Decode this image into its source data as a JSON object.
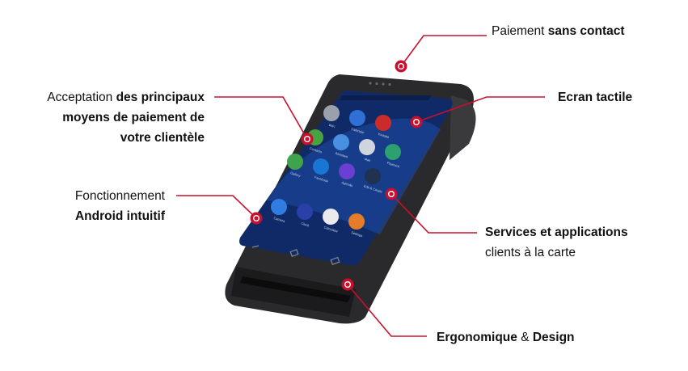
{
  "colors": {
    "accent": "#c8102e",
    "device_body": "#2a2a2c",
    "screen_bg": "#0f2a66"
  },
  "callouts": {
    "contactless": {
      "normal": "Paiement ",
      "bold": "sans contact"
    },
    "touchscreen": {
      "bold": "Ecran tactile"
    },
    "acceptance": {
      "line1_normal": "Acceptation ",
      "line1_bold": "des principaux",
      "line2_bold": "moyens de paiement de",
      "line3_bold": "votre clientèle"
    },
    "android": {
      "line1_normal": "Fonctionnement",
      "line2_bold": "Android intuitif"
    },
    "services": {
      "line1_bold": "Services et applications",
      "line2_normal": "clients à la carte"
    },
    "ergonomics": {
      "bold1": "Ergonomique",
      "normal": " & ",
      "bold2": "Design"
    }
  },
  "device": {
    "apps": [
      "Camera",
      "Clock",
      "Calculator",
      "Settings",
      "Gallery",
      "Facebook",
      "Agenda",
      "Edit & Create",
      "Contacts",
      "Assistant",
      "Mail",
      "Payment",
      "WiFi",
      "Calendar",
      "Youtube"
    ]
  }
}
